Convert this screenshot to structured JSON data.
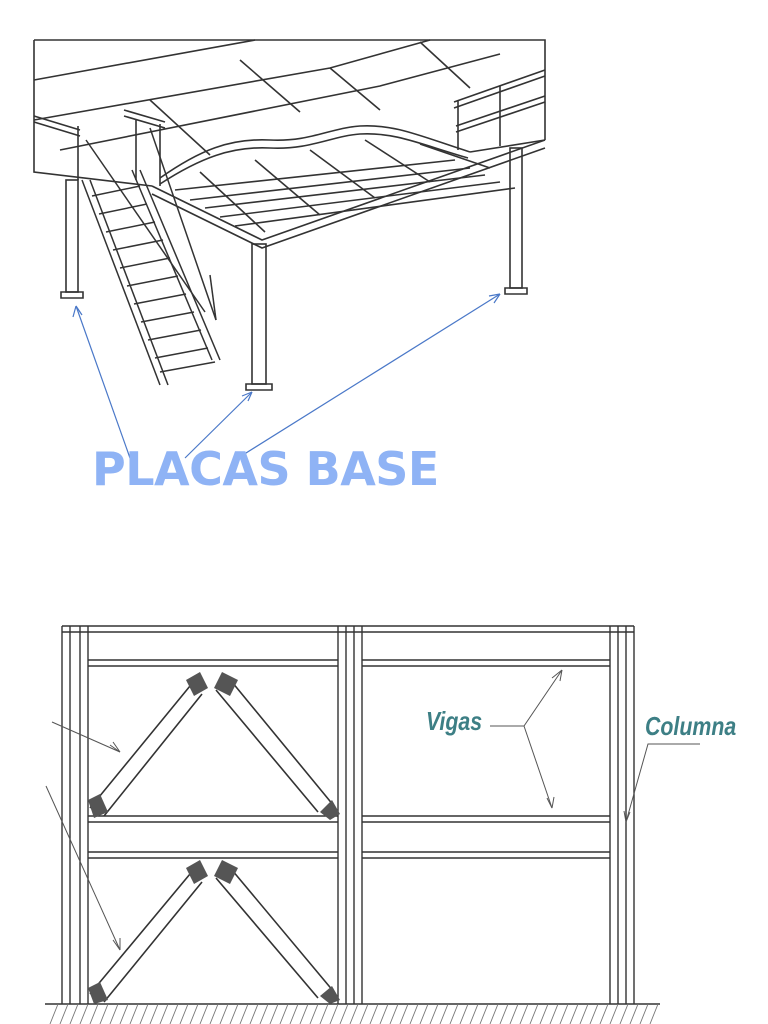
{
  "top_figure": {
    "label": "PLACAS BASE",
    "label_color": "#8fb3f5",
    "pointer_color": "#4a78c8"
  },
  "bottom_figure": {
    "beam_label": "Vigas",
    "column_label": "Columna",
    "label_color": "#3d7f85"
  }
}
